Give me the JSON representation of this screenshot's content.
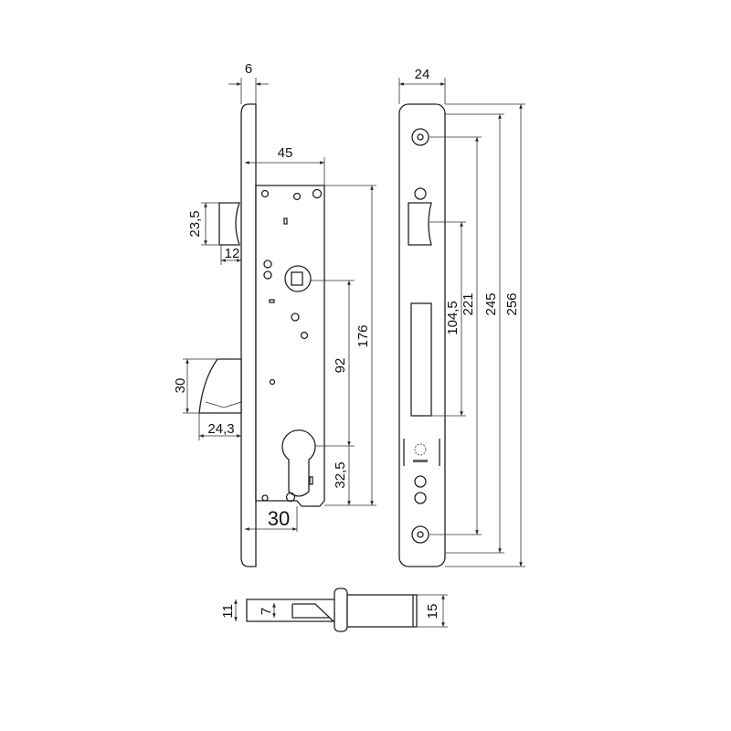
{
  "title": "Mortise lock dimension drawing",
  "colors": {
    "line": "#222222",
    "background": "#ffffff"
  },
  "dimensions": {
    "faceplate_thickness": "6",
    "case_depth": "45",
    "latch_height": "23,5",
    "latch_projection": "12",
    "bolt_height": "30",
    "bolt_projection": "24,3",
    "backset": "30",
    "center_distance": "92",
    "case_height": "176",
    "cylinder_to_bottom": "32,5",
    "faceplate_width": "24",
    "hole_to_latch": "104,5",
    "hole_spacing_inner": "221",
    "hole_spacing_outer": "245",
    "faceplate_length": "256",
    "bolt_width": "11",
    "latch_width": "7",
    "case_width": "15"
  }
}
